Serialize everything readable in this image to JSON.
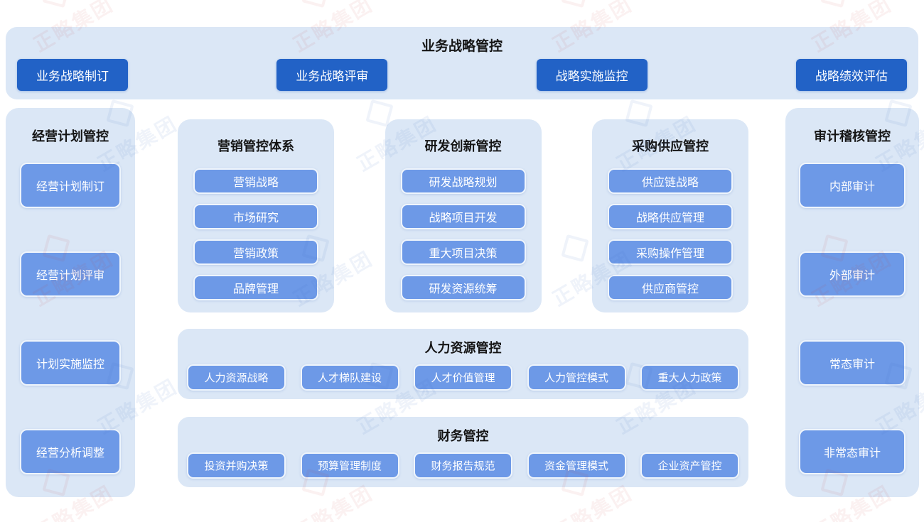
{
  "watermark": {
    "brand": "正略集团",
    "red": "rgba(205,70,70,0.075)",
    "blue": "rgba(70,115,200,0.085)"
  },
  "colors": {
    "panel_bg": "#dbe7f6",
    "dark_button": "#2262c6",
    "light_button": "#6d99e7",
    "title_text": "#151515",
    "button_text": "#ffffff"
  },
  "top_banner": {
    "title": "业务战略管控",
    "buttons": [
      "业务战略制订",
      "业务战略评审",
      "战略实施监控",
      "战略绩效评估"
    ]
  },
  "left_panel": {
    "title": "经营计划管控",
    "items": [
      "经营计划制订",
      "经营计划评审",
      "计划实施监控",
      "经营分析调整"
    ]
  },
  "middle": {
    "top_panels": [
      {
        "title": "营销管控体系",
        "items": [
          "营销战略",
          "市场研究",
          "营销政策",
          "品牌管理"
        ]
      },
      {
        "title": "研发创新管控",
        "items": [
          "研发战略规划",
          "战略项目开发",
          "重大项目决策",
          "研发资源统筹"
        ]
      },
      {
        "title": "采购供应管控",
        "items": [
          "供应链战略",
          "战略供应管理",
          "采购操作管理",
          "供应商管控"
        ]
      }
    ],
    "hr_panel": {
      "title": "人力资源管控",
      "items": [
        "人力资源战略",
        "人才梯队建设",
        "人才价值管理",
        "人力管控模式",
        "重大人力政策"
      ]
    },
    "finance_panel": {
      "title": "财务管控",
      "items": [
        "投资并购决策",
        "预算管理制度",
        "财务报告规范",
        "资金管理模式",
        "企业资产管控"
      ]
    }
  },
  "right_panel": {
    "title": "审计稽核管控",
    "items": [
      "内部审计",
      "外部审计",
      "常态审计",
      "非常态审计"
    ]
  }
}
